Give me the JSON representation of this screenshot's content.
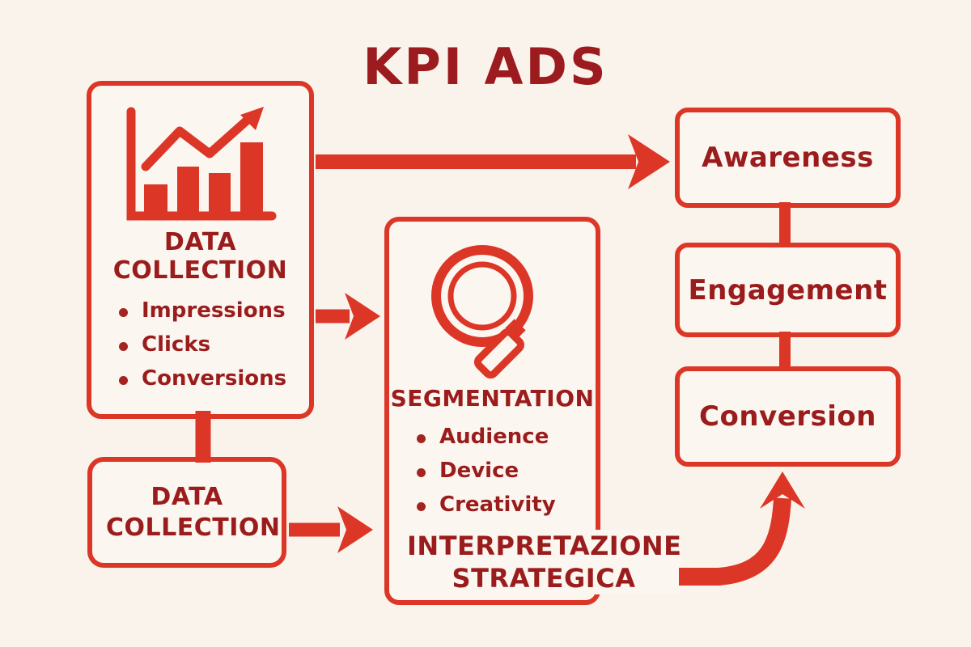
{
  "title": "KPI ADS",
  "colors": {
    "background": "#FAF3EC",
    "accent_red": "#DC3627",
    "text_dark_red": "#9B1C1C",
    "box_fill": "#FBF6F0"
  },
  "left_box": {
    "icon": "bar-chart-trend-icon",
    "heading": "DATA COLLECTION",
    "items": [
      "Impressions",
      "Clicks",
      "Conversions"
    ]
  },
  "secondary_box": {
    "label": "DATA COLLECTION"
  },
  "middle_box": {
    "icon": "magnifier-icon",
    "heading": "SEGMENTATION",
    "items": [
      "Audience",
      "Device",
      "Creativity"
    ],
    "footer": "INTERPRETAZIONE STRATEGICA"
  },
  "funnel": [
    {
      "label": "Awareness"
    },
    {
      "label": "Engagement"
    },
    {
      "label": "Conversion"
    }
  ]
}
